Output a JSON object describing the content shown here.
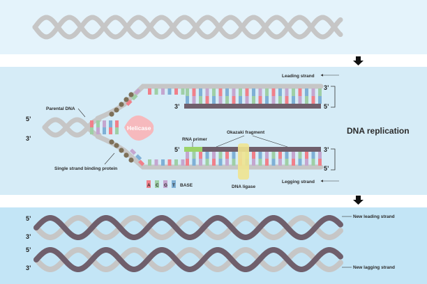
{
  "colors": {
    "panel_light": "#e4f3fb",
    "panel_mid": "#d6ecf7",
    "panel_bottom": "#c3e5f6",
    "strand_grey": "#c6c6c6",
    "strand_dark": "#6f5f6c",
    "base_A": "#f0808a",
    "base_C": "#9fcfa6",
    "base_G": "#c4a6cf",
    "base_T": "#7fb0d6",
    "helicase": "#f6b9bd",
    "ssb": "#7d7058",
    "primer": "#9cd36a",
    "ligase": "#efe48f"
  },
  "primes": {
    "five": "5’",
    "three": "3’"
  },
  "labels": {
    "title": "DNA replication",
    "leading_strand": "Leading strand",
    "legging_strand": "Legging strand",
    "parental_dna": "Parental DNA",
    "helicase": "Helicase",
    "ssb_protein": "Single strand binding protein",
    "rna_primer": "RNA primer",
    "okazaki_fragment": "Okazaki fragment",
    "dna_ligase": "DNA ligase",
    "base_legend": "BASE",
    "new_leading_strand": "New leading strand",
    "new_lagging_strand": "New lagging strand"
  },
  "legend_bases": [
    "A",
    "C",
    "G",
    "T"
  ],
  "icons": [
    "down-arrow-icon",
    "bracket-icon",
    "leader-arrow-icon"
  ]
}
